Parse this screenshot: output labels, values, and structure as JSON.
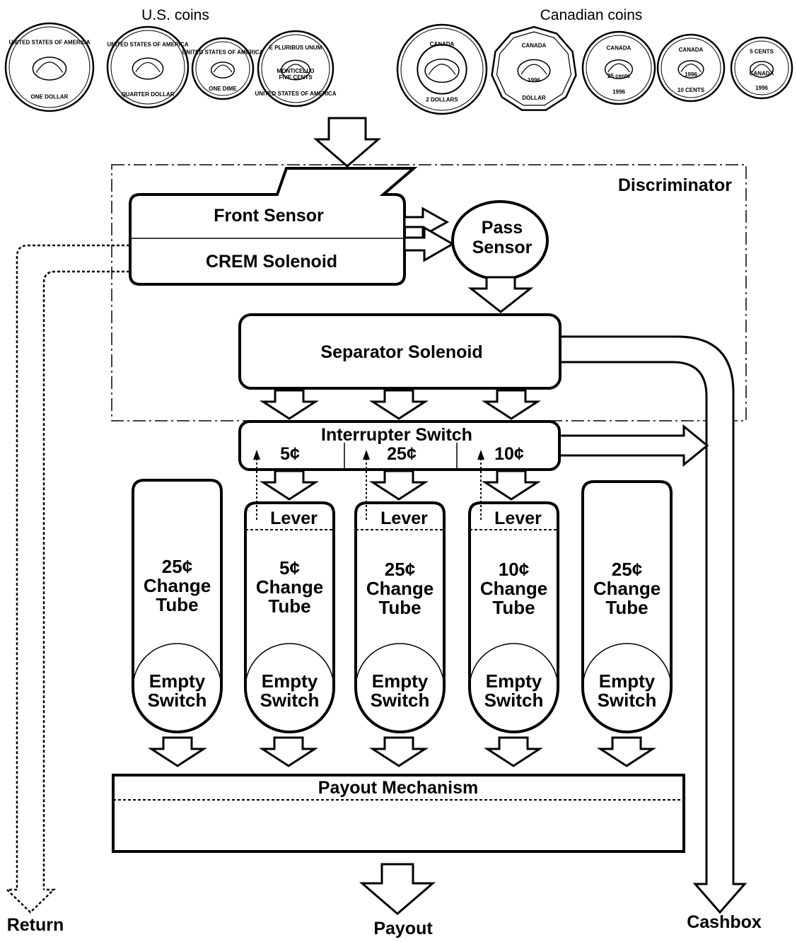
{
  "coin_groups": {
    "us_label": "U.S. coins",
    "canada_label": "Canadian coins"
  },
  "coins": {
    "us": [
      {
        "name": "us-dollar-coin",
        "lines": [
          "UNITED STATES OF AMERICA",
          "ONE DOLLAR"
        ]
      },
      {
        "name": "us-quarter-coin",
        "lines": [
          "UNITED STATES OF AMERICA",
          "QUARTER DOLLAR"
        ]
      },
      {
        "name": "us-dime-coin",
        "lines": [
          "UNITED STATES OF AMERICA",
          "ONE DIME"
        ]
      },
      {
        "name": "us-nickel-coin",
        "lines": [
          "E PLURIBUS UNUM",
          "MONTICELLO",
          "FIVE CENTS",
          "UNITED STATES OF AMERICA"
        ]
      }
    ],
    "canada": [
      {
        "name": "ca-two-dollar-coin",
        "lines": [
          "CANADA",
          "2 DOLLARS"
        ]
      },
      {
        "name": "ca-dollar-coin",
        "lines": [
          "CANADA",
          "1996",
          "DOLLAR"
        ]
      },
      {
        "name": "ca-quarter-coin",
        "lines": [
          "CANADA",
          "25 cents",
          "1996"
        ]
      },
      {
        "name": "ca-dime-coin",
        "lines": [
          "CANADA",
          "1996",
          "10 CENTS"
        ]
      },
      {
        "name": "ca-nickel-coin",
        "lines": [
          "5 CENTS",
          "CANADA",
          "1996"
        ]
      }
    ]
  },
  "discriminator": {
    "label": "Discriminator",
    "front_sensor": "Front Sensor",
    "crem_solenoid": "CREM Solenoid",
    "pass_sensor": [
      "Pass",
      "Sensor"
    ],
    "separator_solenoid": "Separator Solenoid"
  },
  "interrupter": {
    "label": "Interrupter Switch",
    "slots": [
      "5¢",
      "25¢",
      "10¢"
    ]
  },
  "tubes": [
    {
      "denomination": "25¢",
      "change": "Change",
      "tube": "Tube",
      "lever": "",
      "switch": [
        "Empty",
        "Switch"
      ]
    },
    {
      "denomination": "5¢",
      "change": "Change",
      "tube": "Tube",
      "lever": "Lever",
      "switch": [
        "Empty",
        "Switch"
      ]
    },
    {
      "denomination": "25¢",
      "change": "Change",
      "tube": "Tube",
      "lever": "Lever",
      "switch": [
        "Empty",
        "Switch"
      ]
    },
    {
      "denomination": "10¢",
      "change": "Change",
      "tube": "Tube",
      "lever": "Lever",
      "switch": [
        "Empty",
        "Switch"
      ]
    },
    {
      "denomination": "25¢",
      "change": "Change",
      "tube": "Tube",
      "lever": "",
      "switch": [
        "Empty",
        "Switch"
      ]
    }
  ],
  "payout_mechanism": "Payout Mechanism",
  "outputs": {
    "return": "Return",
    "payout": "Payout",
    "cashbox": "Cashbox"
  }
}
